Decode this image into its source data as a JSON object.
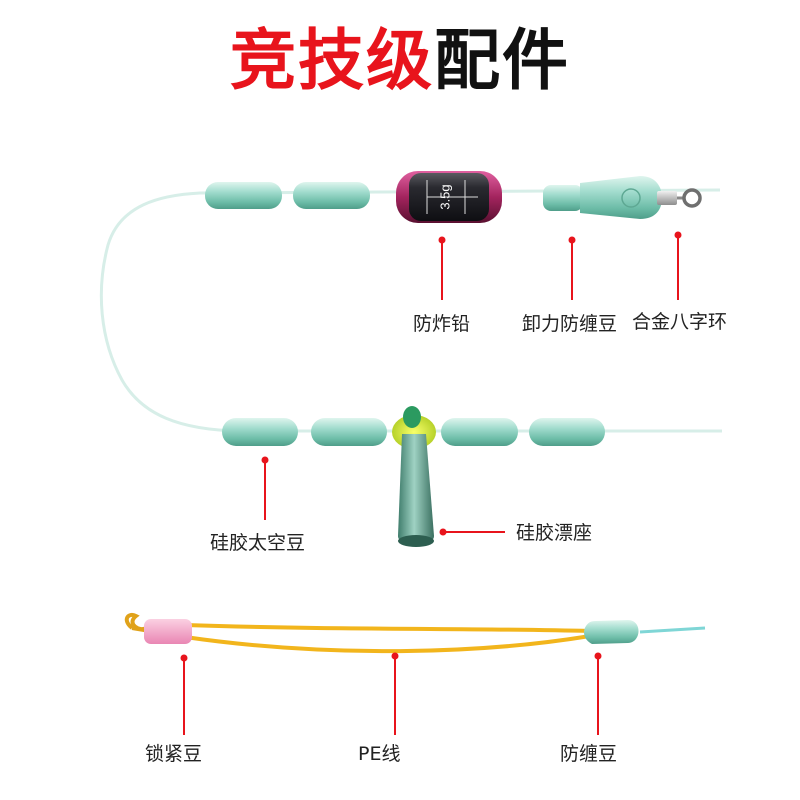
{
  "title": {
    "part_red": "竞技级",
    "part_black": "配件"
  },
  "sinker_text": "3.5g",
  "labels": {
    "anti_explosion_lead": "防炸铅",
    "release_anti_tangle_bean": "卸力防缠豆",
    "alloy_eight_ring": "合金八字环",
    "silicone_space_bean": "硅胶太空豆",
    "silicone_float_seat": "硅胶漂座",
    "lock_bean": "锁紧豆",
    "pe_line": "PE线",
    "anti_tangle_bean": "防缠豆"
  },
  "colors": {
    "accent_red": "#e8141c",
    "title_black": "#111111",
    "bean_green": "#8fd3c2",
    "pe_line_yellow": "#f2b51c",
    "lock_bean_pink": "#f4a6c8",
    "sinker_dark": "#1d1d22",
    "sinker_rim": "#a3245e"
  }
}
